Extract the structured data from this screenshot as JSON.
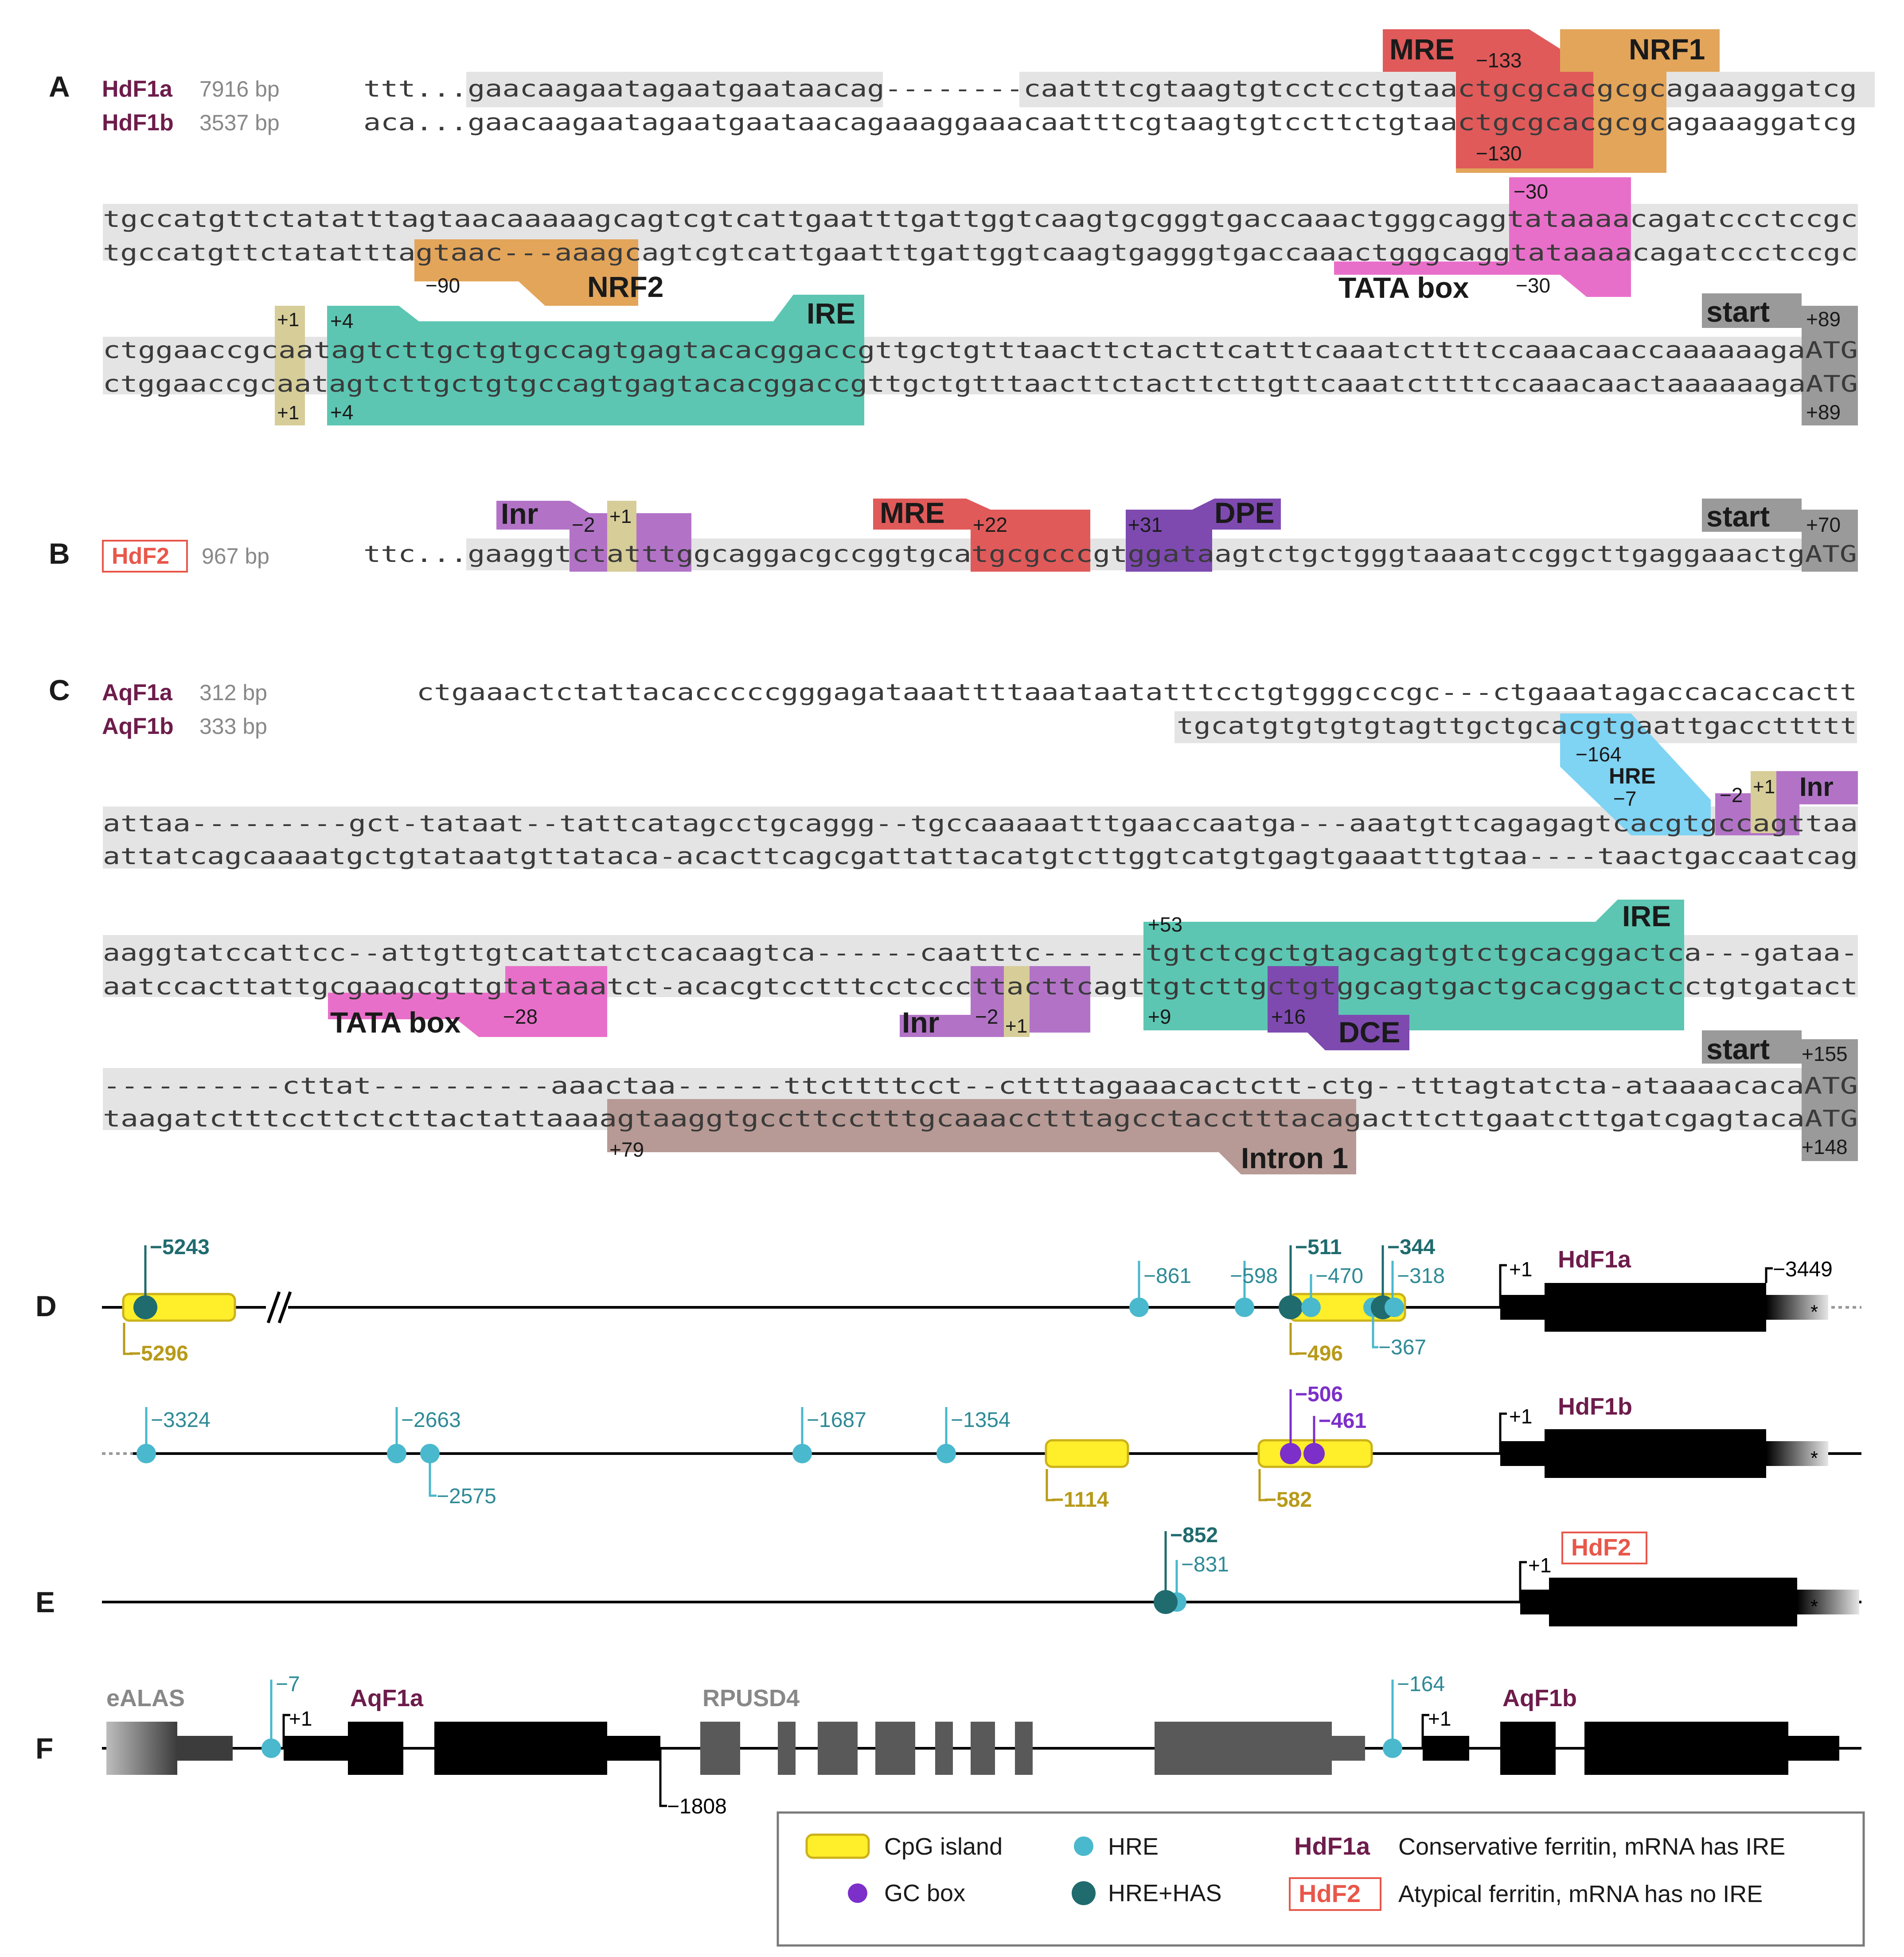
{
  "colors": {
    "mre": "#e05a5a",
    "nrf": "#e3a55a",
    "tata": "#e86fc9",
    "ire": "#5cc6b2",
    "tss": "#d6cd98",
    "inr": "#b273c7",
    "dpe": "#7e4ab0",
    "hre_box": "#7fd3f3",
    "start": "#9a9a9a",
    "intron": "#b79a95",
    "gray_shade": "#e4e4e4",
    "cpg": "#ffee2a",
    "hre": "#4ab8cd",
    "hre_has": "#1f6b6e",
    "gc": "#7c2fc9",
    "gene_label": "#6d1c4b",
    "hdf2_box": "#e8574a"
  },
  "panels": {
    "A": "A",
    "B": "B",
    "C": "C",
    "D": "D",
    "E": "E",
    "F": "F"
  },
  "panelA": {
    "gene1": "HdF1a",
    "gene1_size": "7916 bp",
    "gene2": "HdF1b",
    "gene2_size": "3537 bp",
    "row1a": "ttt...gaacaagaatagaatgaataacag--------caatttcgtaagtgtcctcctgtaactgcgcacgcgcagaaaggatcg",
    "row1b": "aca...gaacaagaatagaatgaataacagaaaggaaacaatttcgtaagtgtccttctgtaactgcgcacgcgcagaaaggatcg",
    "row2a": "tgccatgttctatatttagtaacaaaaagcagtcgtcattgaatttgattggtcaagtgcgggtgaccaaactgggcaggtataaaacagatccctccgc",
    "row2b": "tgccatgttctatatttagtaac---aaagcagtcgtcattgaatttgattggtcaagtgagggtgaccaaactgggcaggtataaaacagatccctccgc",
    "row3a": "ctggaaccgcaatagtcttgctgtgccagtgagtacacggaccgttgctgtttaacttctacttcatttcaaatcttttccaaacaaccaaaaaagaATG",
    "row3b": "ctggaaccgcaatagtcttgctgtgccagtgagtacacggaccgttgctgtttaacttctacttcttgttcaaatcttttccaaacaactaaaaaagaATG",
    "mre": "MRE",
    "mre_pos": "−133",
    "nrf1": "NRF1",
    "nrf1_pos": "−130",
    "tata_pos_top": "−30",
    "nrf2_pos": "−90",
    "nrf2": "NRF2",
    "tata": "TATA box",
    "tata_pos_bot": "−30",
    "tss_top": "+1",
    "ire_pos_top": "+4",
    "ire": "IRE",
    "start": "start",
    "start_pos_top": "+89",
    "tss_bot": "+1",
    "ire_pos_bot": "+4",
    "start_pos_bot": "+89"
  },
  "panelB": {
    "gene": "HdF2",
    "size": "967 bp",
    "row": "ttc...gaaggtctatttggcaggacgccggtgcatgcgcccgtggataagtctgctgggtaaaatccggcttgaggaaactgATG",
    "inr": "Inr",
    "inr_pos": "−2",
    "tss": "+1",
    "mre": "MRE",
    "mre_pos": "+22",
    "dpe_pos": "+31",
    "dpe": "DPE",
    "start": "start",
    "start_pos": "+70"
  },
  "panelC": {
    "gene1": "AqF1a",
    "gene1_size": "312 bp",
    "gene2": "AqF1b",
    "gene2_size": "333 bp",
    "row1a": "ctgaaactctattacacccccgggagataaattttaaataatatttcctgtgggcccgc---ctgaaatagaccacaccactt",
    "row1b": "tgcatgtgtgtgtagttgctgcacgtgaattgaccttttt",
    "row2a": "attaa---------gct-tataat--tattcatagcctgcaggg--tgccaaaaatttgaaccaatga---aaatgttcagagagtcacgtgccagttaa",
    "row2b": "attatcagcaaaatgctgtataatgttataca-acacttcagcgattattacatgtcttggtcatgtgagtgaaatttgtaa----taactgaccaatcag",
    "row3a": "aaggtatccattcc--attgttgtcattatctcacaagtca------caatttc------tgtctcgctgtagcagtgtctgcacggactca---gataa-",
    "row3b": "aatccacttattgcgaagcgttgtataaatct-acacgtcctttcctcccttacttcagttgtcttgctgtggcagtgactgcacggactcctgtgatact",
    "row4a": "----------cttat----------aaactaa------ttcttttcct--cttttagaaacactctt-ctg--tttagtatcta-ataaaacacaATG",
    "row4b": "taagatctttccttctcttactattaaaagtaaggtgccttcctttgcaaacctttagcctacctttacagacttcttgaatcttgatcgagtacaATG",
    "hre_pos1": "−164",
    "hre": "HRE",
    "hre_pos2": "−7",
    "inr_a_pos": "−2",
    "tss_a": "+1",
    "inr_a": "Inr",
    "ire_pos_top": "+53",
    "ire": "IRE",
    "tata": "TATA box",
    "tata_pos": "−28",
    "inr_b": "Inr",
    "inr_b_pos": "−2",
    "tss_b": "+1",
    "ire_pos_bot": "+9",
    "dce_pos": "+16",
    "dce": "DCE",
    "start": "start",
    "start_pos_top": "+155",
    "intron_pos": "+79",
    "intron": "Intron 1",
    "start_pos_bot": "+148"
  },
  "panelD": {
    "gene_a": "HdF1a",
    "gene_b": "HdF1b",
    "tss": "+1",
    "a_end": "−3449",
    "a_marks": [
      "−5243",
      "−861",
      "−598",
      "−511",
      "−470",
      "−318",
      "−344",
      "−367"
    ],
    "a_cpg": [
      "−5296",
      "−496"
    ],
    "b_marks": [
      "−3324",
      "−2663",
      "−2575",
      "−1687",
      "−1354",
      "−506",
      "−461"
    ],
    "b_cpg": [
      "−1114",
      "−582"
    ],
    "stop": "*"
  },
  "panelE": {
    "gene": "HdF2",
    "tss": "+1",
    "marks": [
      "−852",
      "−831"
    ],
    "stop": "*"
  },
  "panelF": {
    "ealas": "eALAS",
    "gene_a": "AqF1a",
    "rpusd4": "RPUSD4",
    "gene_b": "AqF1b",
    "mark_a": "−7",
    "tss_a": "+1",
    "mark_b": "−164",
    "tss_b": "+1",
    "end_a": "−1808"
  },
  "legend": {
    "cpg": "CpG island",
    "hre": "HRE",
    "gc": "GC box",
    "hre_has": "HRE+HAS",
    "conv_gene": "HdF1a",
    "conv_text": "Conservative ferritin, mRNA has IRE",
    "atyp_gene": "HdF2",
    "atyp_text": "Atypical ferritin, mRNA has no IRE"
  }
}
